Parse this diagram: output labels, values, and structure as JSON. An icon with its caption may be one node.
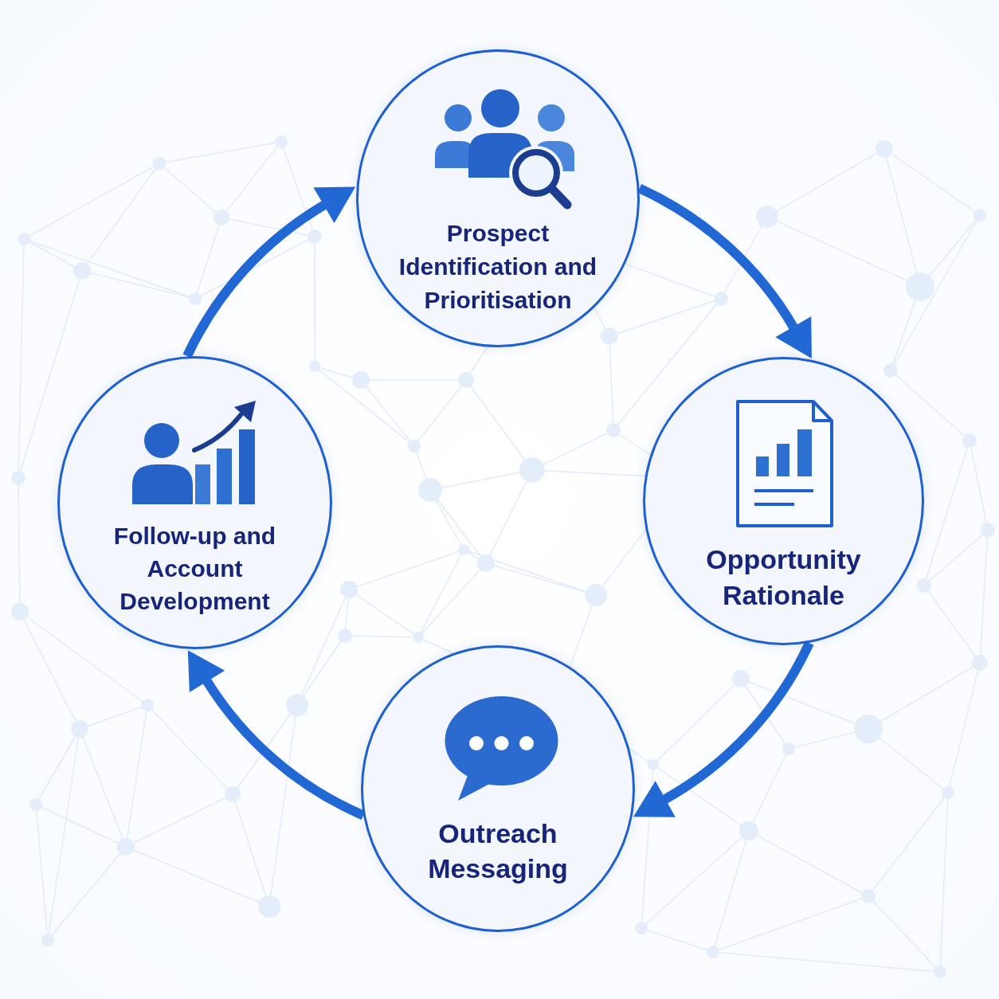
{
  "diagram": {
    "nodes": [
      {
        "text": [
          "Prospect Identification and Prioritisation"
        ]
      },
      {
        "text": [
          "Opportunity Rationale"
        ]
      },
      {
        "text": [
          "Outreach Messaging"
        ]
      },
      {
        "text": [
          "Follow-up and Account Development"
        ]
      }
    ],
    "edges": [
      {
        "from": 0,
        "to": 1,
        "arrow": "to"
      },
      {
        "from": 1,
        "to": 2,
        "arrow": "to"
      },
      {
        "from": 2,
        "to": 3,
        "arrow": "to"
      },
      {
        "from": 3,
        "to": 0,
        "arrow": "to"
      }
    ]
  }
}
